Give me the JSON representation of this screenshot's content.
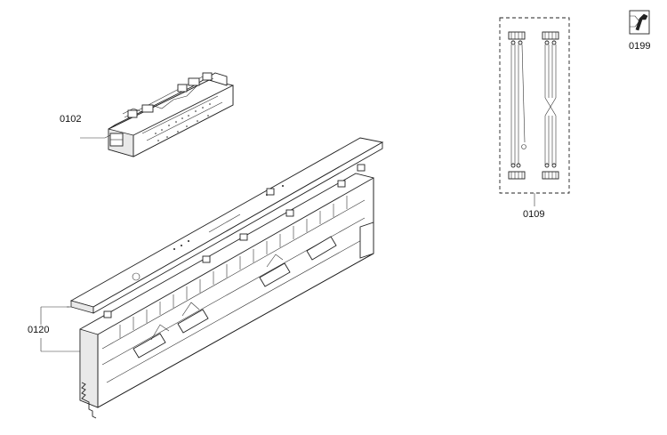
{
  "parts": {
    "p0102": {
      "label": "0102"
    },
    "p0109": {
      "label": "0109"
    },
    "p0120": {
      "label": "0120"
    },
    "p0199": {
      "label": "0199"
    }
  },
  "icons": {
    "service": "wrench-service-icon"
  },
  "colors": {
    "line": "#222222",
    "background": "#ffffff"
  }
}
